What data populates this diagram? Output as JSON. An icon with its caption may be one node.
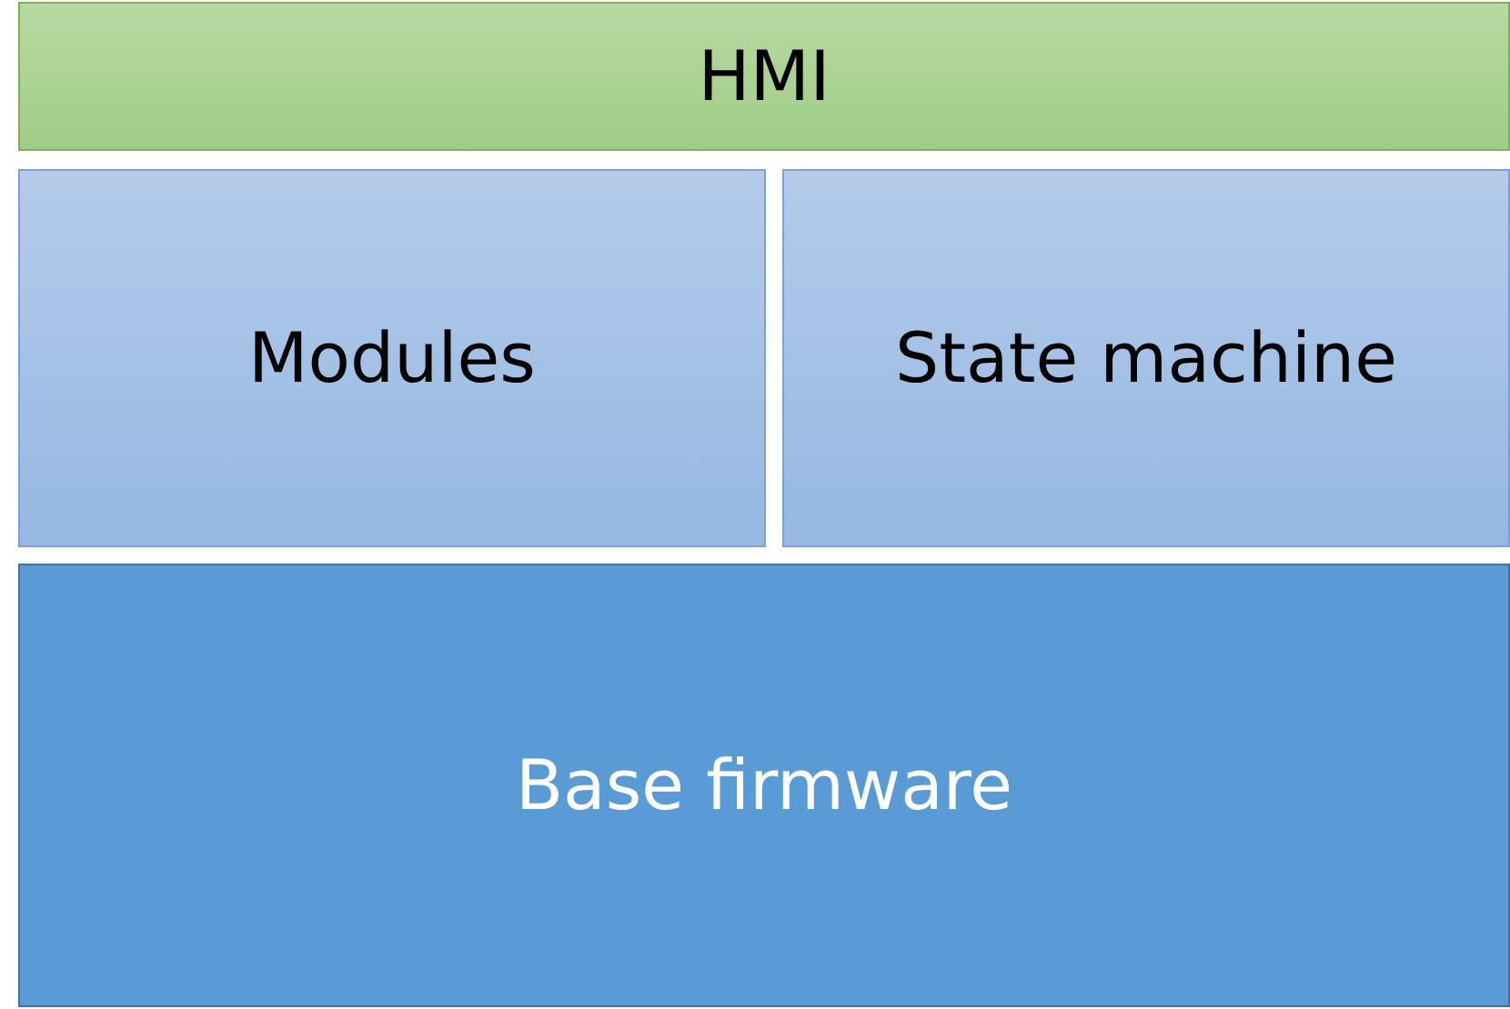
{
  "diagram": {
    "nodes": [
      {
        "text": [
          "HMI"
        ]
      },
      {
        "text": [
          "Modules"
        ]
      },
      {
        "text": [
          "State machine"
        ]
      },
      {
        "text": [
          "Base firmware"
        ]
      }
    ]
  }
}
